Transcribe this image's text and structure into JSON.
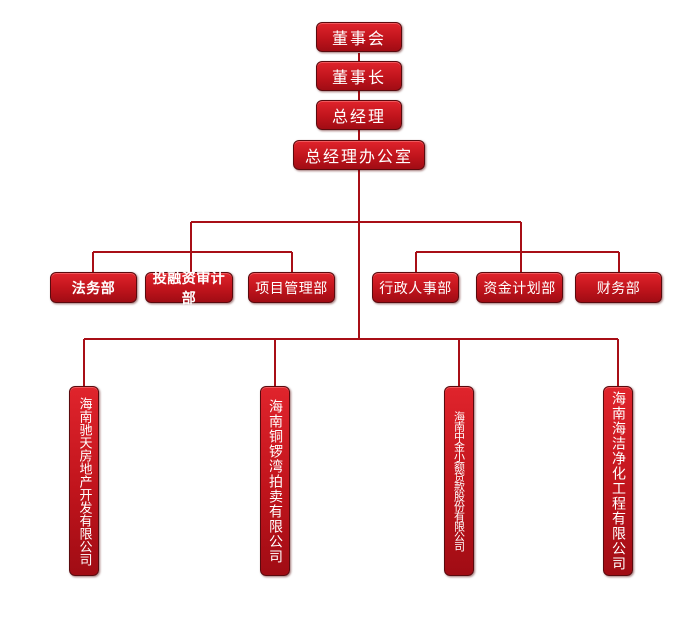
{
  "org_chart": {
    "levels": {
      "board": "董事会",
      "chairman": "董事长",
      "general_manager": "总经理",
      "gm_office": "总经理办公室"
    },
    "departments_left": [
      "法务部",
      "投融资审计部",
      "项目管理部"
    ],
    "departments_right": [
      "行政人事部",
      "资金计划部",
      "财务部"
    ],
    "subsidiaries": [
      "海南驰天房地产开发有限公司",
      "海南铜锣湾拍卖有限公司",
      "海南中金小额贷款股份有限公司",
      "海南海洁净化工程有限公司"
    ],
    "colors": {
      "box_fill": "#c0141c",
      "box_border": "#5a0a0e",
      "line": "#a80f17",
      "text": "#ffffff"
    }
  }
}
